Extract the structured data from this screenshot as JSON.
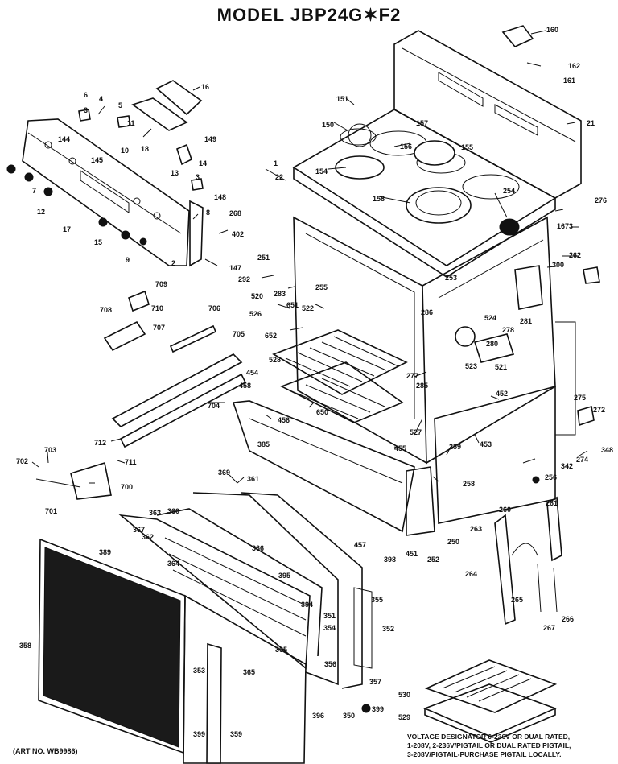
{
  "title": "MODEL JBP24G✶F2",
  "art_number": "(ART NO. WB9986)",
  "voltage_note": [
    "VOLTAGE DESIGNATOR 0-236V OR DUAL RATED,",
    "1-208V, 2-236V/PIGTAIL OR DUAL RATED PIGTAIL,",
    "3-208V/PIGTAIL-PURCHASE PIGTAIL LOCALLY."
  ],
  "callouts": [
    {
      "id": "c160",
      "label": "160"
    },
    {
      "id": "c162",
      "label": "162"
    },
    {
      "id": "c161",
      "label": "161"
    },
    {
      "id": "c16",
      "label": "16"
    },
    {
      "id": "c21",
      "label": "21"
    },
    {
      "id": "c151",
      "label": "151"
    },
    {
      "id": "c6",
      "label": "6"
    },
    {
      "id": "c4",
      "label": "4"
    },
    {
      "id": "c5",
      "label": "5"
    },
    {
      "id": "c3",
      "label": "3"
    },
    {
      "id": "c11",
      "label": "11"
    },
    {
      "id": "c150",
      "label": "150"
    },
    {
      "id": "c157",
      "label": "157"
    },
    {
      "id": "c144",
      "label": "144"
    },
    {
      "id": "c10",
      "label": "10"
    },
    {
      "id": "c18",
      "label": "18"
    },
    {
      "id": "c149",
      "label": "149"
    },
    {
      "id": "c155",
      "label": "155"
    },
    {
      "id": "c156",
      "label": "156"
    },
    {
      "id": "c145",
      "label": "145"
    },
    {
      "id": "c14",
      "label": "14"
    },
    {
      "id": "c13",
      "label": "13"
    },
    {
      "id": "c3b",
      "label": "3"
    },
    {
      "id": "c1",
      "label": "1"
    },
    {
      "id": "c154",
      "label": "154"
    },
    {
      "id": "c22",
      "label": "22"
    },
    {
      "id": "c148",
      "label": "148"
    },
    {
      "id": "c7",
      "label": "7"
    },
    {
      "id": "c12",
      "label": "12"
    },
    {
      "id": "c158",
      "label": "158"
    },
    {
      "id": "c254",
      "label": "254"
    },
    {
      "id": "c276",
      "label": "276"
    },
    {
      "id": "c8",
      "label": "8"
    },
    {
      "id": "c268",
      "label": "268"
    },
    {
      "id": "c17",
      "label": "17"
    },
    {
      "id": "c15",
      "label": "15"
    },
    {
      "id": "c402",
      "label": "402"
    },
    {
      "id": "c9",
      "label": "9"
    },
    {
      "id": "c1673",
      "label": "1673"
    },
    {
      "id": "c2",
      "label": "2"
    },
    {
      "id": "c251",
      "label": "251"
    },
    {
      "id": "c147",
      "label": "147"
    },
    {
      "id": "c262",
      "label": "262"
    },
    {
      "id": "c300",
      "label": "300"
    },
    {
      "id": "c292",
      "label": "292"
    },
    {
      "id": "c253",
      "label": "253"
    },
    {
      "id": "c709",
      "label": "709"
    },
    {
      "id": "c520",
      "label": "520"
    },
    {
      "id": "c255",
      "label": "255"
    },
    {
      "id": "c283",
      "label": "283"
    },
    {
      "id": "c708",
      "label": "708"
    },
    {
      "id": "c710",
      "label": "710"
    },
    {
      "id": "c706",
      "label": "706"
    },
    {
      "id": "c526",
      "label": "526"
    },
    {
      "id": "c651",
      "label": "651"
    },
    {
      "id": "c522",
      "label": "522"
    },
    {
      "id": "c286",
      "label": "286"
    },
    {
      "id": "c524",
      "label": "524"
    },
    {
      "id": "c707",
      "label": "707"
    },
    {
      "id": "c278",
      "label": "278"
    },
    {
      "id": "c281",
      "label": "281"
    },
    {
      "id": "c705",
      "label": "705"
    },
    {
      "id": "c652",
      "label": "652"
    },
    {
      "id": "c280",
      "label": "280"
    },
    {
      "id": "c523",
      "label": "523"
    },
    {
      "id": "c528",
      "label": "528"
    },
    {
      "id": "c521",
      "label": "521"
    },
    {
      "id": "c277",
      "label": "277"
    },
    {
      "id": "c454",
      "label": "454"
    },
    {
      "id": "c285",
      "label": "285"
    },
    {
      "id": "c458",
      "label": "458"
    },
    {
      "id": "c452",
      "label": "452"
    },
    {
      "id": "c275",
      "label": "275"
    },
    {
      "id": "c704",
      "label": "704"
    },
    {
      "id": "c650",
      "label": "650"
    },
    {
      "id": "c272",
      "label": "272"
    },
    {
      "id": "c456",
      "label": "456"
    },
    {
      "id": "c527",
      "label": "527"
    },
    {
      "id": "c712",
      "label": "712"
    },
    {
      "id": "c385",
      "label": "385"
    },
    {
      "id": "c453",
      "label": "453"
    },
    {
      "id": "c455",
      "label": "455"
    },
    {
      "id": "c259",
      "label": "259"
    },
    {
      "id": "c348",
      "label": "348"
    },
    {
      "id": "c703",
      "label": "703"
    },
    {
      "id": "c274",
      "label": "274"
    },
    {
      "id": "c702",
      "label": "702"
    },
    {
      "id": "c711",
      "label": "711"
    },
    {
      "id": "c342",
      "label": "342"
    },
    {
      "id": "c258",
      "label": "258"
    },
    {
      "id": "c256",
      "label": "256"
    },
    {
      "id": "c700",
      "label": "700"
    },
    {
      "id": "c369",
      "label": "369"
    },
    {
      "id": "c361",
      "label": "361"
    },
    {
      "id": "c701",
      "label": "701"
    },
    {
      "id": "c260",
      "label": "260"
    },
    {
      "id": "c261",
      "label": "261"
    },
    {
      "id": "c363",
      "label": "363"
    },
    {
      "id": "c360",
      "label": "360"
    },
    {
      "id": "c367",
      "label": "367"
    },
    {
      "id": "c362",
      "label": "362"
    },
    {
      "id": "c263",
      "label": "263"
    },
    {
      "id": "c389",
      "label": "389"
    },
    {
      "id": "c457",
      "label": "457"
    },
    {
      "id": "c451",
      "label": "451"
    },
    {
      "id": "c252",
      "label": "252"
    },
    {
      "id": "c250",
      "label": "250"
    },
    {
      "id": "c364",
      "label": "364"
    },
    {
      "id": "c366",
      "label": "366"
    },
    {
      "id": "c395",
      "label": "395"
    },
    {
      "id": "c398",
      "label": "398"
    },
    {
      "id": "c264",
      "label": "264"
    },
    {
      "id": "c394",
      "label": "394"
    },
    {
      "id": "c355",
      "label": "355"
    },
    {
      "id": "c265",
      "label": "265"
    },
    {
      "id": "c358",
      "label": "358"
    },
    {
      "id": "c351",
      "label": "351"
    },
    {
      "id": "c352",
      "label": "352"
    },
    {
      "id": "c267",
      "label": "267"
    },
    {
      "id": "c266",
      "label": "266"
    },
    {
      "id": "c354",
      "label": "354"
    },
    {
      "id": "c365",
      "label": "365"
    },
    {
      "id": "c353",
      "label": "353"
    },
    {
      "id": "c365b",
      "label": "365"
    },
    {
      "id": "c356",
      "label": "356"
    },
    {
      "id": "c357",
      "label": "357"
    },
    {
      "id": "c530",
      "label": "530"
    },
    {
      "id": "c396",
      "label": "396"
    },
    {
      "id": "c350",
      "label": "350"
    },
    {
      "id": "c399",
      "label": "399"
    },
    {
      "id": "c529",
      "label": "529"
    },
    {
      "id": "c359",
      "label": "359"
    },
    {
      "id": "c399b",
      "label": "399"
    }
  ]
}
